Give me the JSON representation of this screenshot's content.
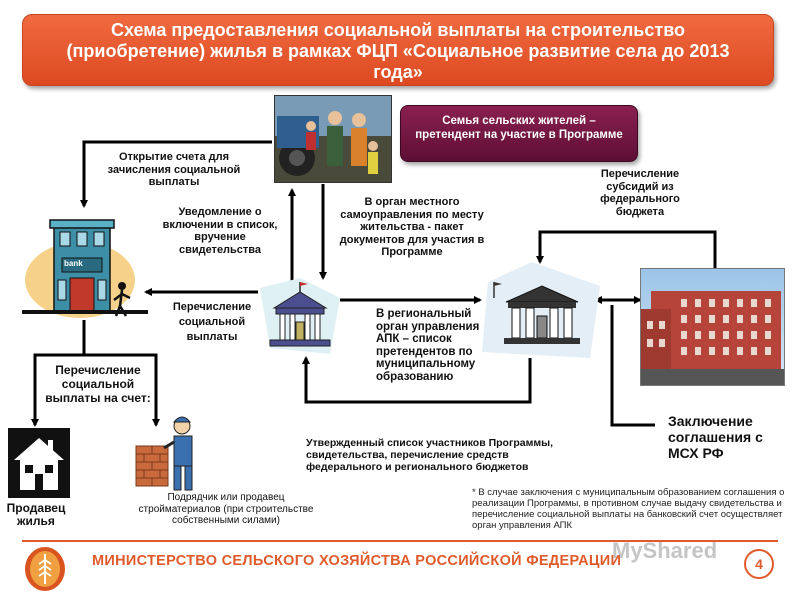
{
  "title": "Схема предоставления социальной выплаты на строительство (приобретение) жилья в рамках ФЦП «Социальное развитие села до 2013 года»",
  "family": "Семья сельских жителей – претендент на участие в Программе",
  "labels": {
    "account_opening": "Открытие счета для зачисления социальной выплаты",
    "notification": "Уведомление о включении в список, вручение свидетельства",
    "to_local_gov": "В орган местного самоуправления по месту жительства - пакет документов для участия в Программе",
    "subsidy_transfer": "Перечисление субсидий из федерального бюджета",
    "social_transfer": "Перечисление социальной выплаты",
    "regional_agro": "В региональный орган управления АПК – список претендентов по муниципальному образованию",
    "transfer_to_account": "Перечисление социальной выплаты на счет:",
    "approved_list": "Утвержденный список участников Программы, свидетельства, перечисление средств федерального и регионального бюджетов",
    "agreement": "Заключение соглашения с МСХ РФ",
    "seller": "Продавец жилья",
    "contractor": "Подрядчик или продавец стройматериалов (при строительстве собственными силами)",
    "bank_sign": "bank"
  },
  "note": "* В случае заключения с муниципальным образованием соглашения о реализации Программы, в противном случае выдачу свидетельства и перечисление социальной выплаты на банковский счет осуществляет орган управления АПК",
  "footer": {
    "ministry": "МИНИСТЕРСТВО СЕЛЬСКОГО ХОЗЯЙСТВА РОССИЙСКОЙ ФЕДЕРАЦИИ",
    "page": "4",
    "watermark": "MyShared"
  },
  "colors": {
    "accent": "#e05a2c",
    "family_box": "#6a1540",
    "arrows": "#000000"
  }
}
